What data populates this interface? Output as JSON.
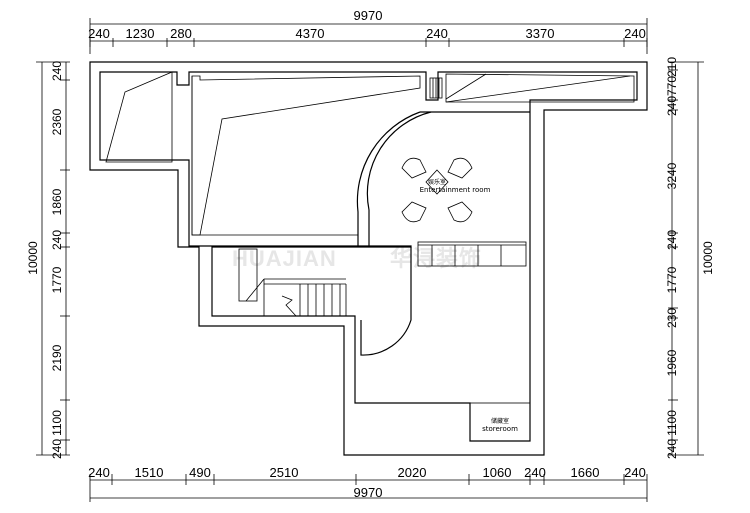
{
  "dimensions": {
    "top_total": "9970",
    "top_segments": [
      "240",
      "1230",
      "280",
      "4370",
      "240",
      "3370",
      "240"
    ],
    "bottom_total": "9970",
    "bottom_segments": [
      "240",
      "1510",
      "490",
      "2510",
      "2020",
      "1060",
      "240",
      "1660",
      "240"
    ],
    "left_total": "10000",
    "left_segments": [
      "240",
      "2360",
      "1860",
      "240",
      "1770",
      "2190",
      "1100",
      "240"
    ],
    "right_total": "10000",
    "right_segments": [
      "210",
      "770",
      "240",
      "3240",
      "240",
      "1770",
      "230",
      "1960",
      "1100",
      "240"
    ]
  },
  "rooms": {
    "entertainment_cn": "娱乐室",
    "entertainment_en": "Entertainment room",
    "storeroom_cn": "储藏室",
    "storeroom_en": "storeroom"
  },
  "watermark": {
    "latin": "HUAJIAN",
    "cn": "华浔装饰"
  }
}
